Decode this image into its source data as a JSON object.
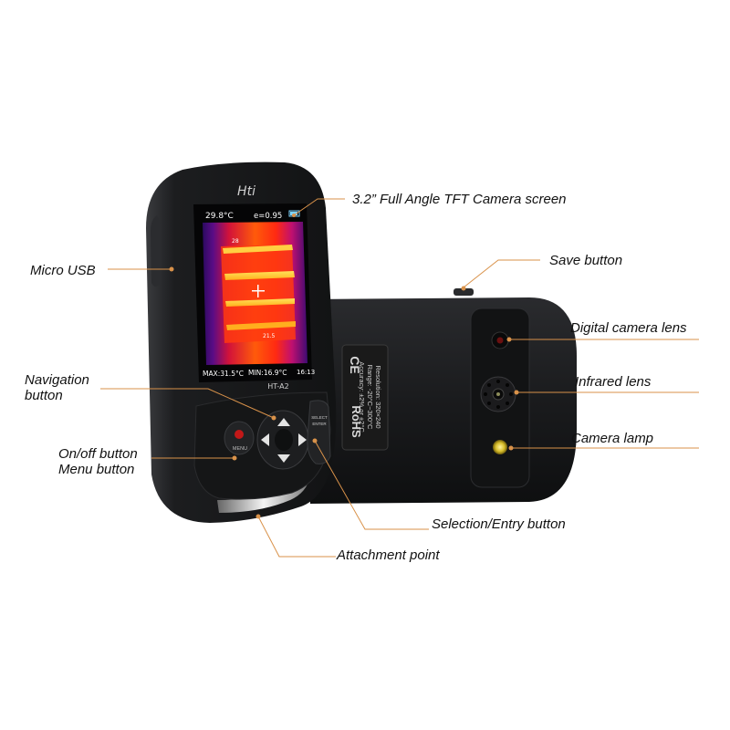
{
  "callouts": {
    "screen": "3.2” Full Angle TFT Camera screen",
    "micro_usb": "Micro USB",
    "save_button": "Save button",
    "digital_lens": "Digital camera lens",
    "infrared_lens": "Infrared lens",
    "camera_lamp": "Camera lamp",
    "navigation_line1": "Navigation",
    "navigation_line2": "button",
    "onoff_line1": "On/off button",
    "onoff_line2": "Menu button",
    "selection_entry": "Selection/Entry button",
    "attachment_point": "Attachment point"
  },
  "device_front": {
    "brand": "Hti",
    "model": "HT-A2",
    "menu_key": "MENU",
    "select_key_line1": "SELECT",
    "select_key_line2": "ENTER",
    "screen": {
      "center_temp": "29.8°C",
      "emissivity": "e=0.95",
      "max_temp": "MAX:31.5°C",
      "min_temp": "MIN:16.9°C",
      "time": "16:13",
      "spot_left": "28",
      "spot_right": "21.5"
    }
  },
  "device_back": {
    "spec_resolution": "Resolution: 320×240",
    "spec_range": "Range: -20°C~300°C",
    "spec_accuracy": "Accuracy: ±2% or ±2°C",
    "ce_mark": "CE",
    "rohs_mark": "RoHS"
  },
  "colors": {
    "leader_line": "#d9924a",
    "device_body": "#1c1d1f",
    "label_text": "#111111"
  }
}
